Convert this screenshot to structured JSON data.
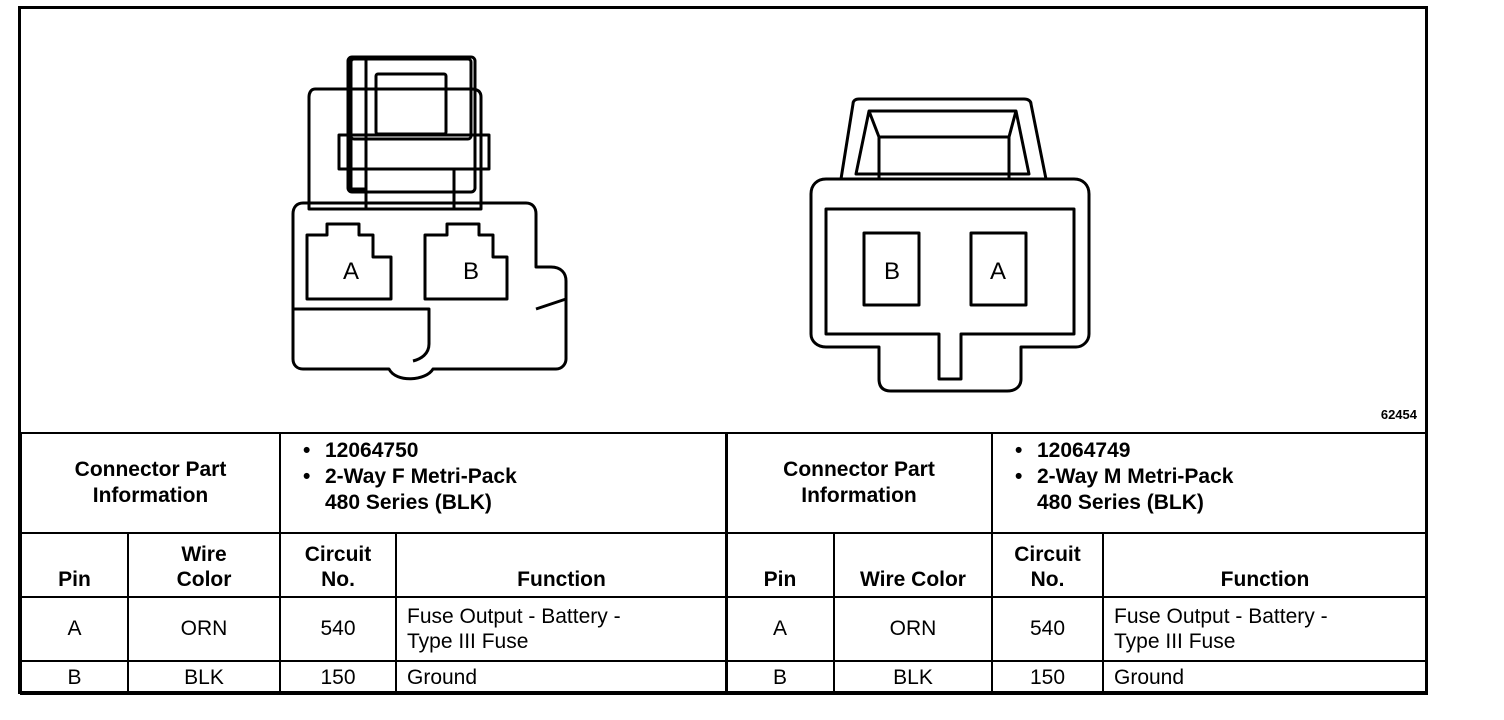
{
  "figure_id": "62454",
  "connectors": [
    {
      "side": "female",
      "cavity_labels": [
        "A",
        "B"
      ],
      "part_info_label_line1": "Connector Part",
      "part_info_label_line2": "Information",
      "part_number": "12064750",
      "description_line1": "2-Way F Metri-Pack",
      "description_line2": "480 Series (BLK)",
      "columns": {
        "pin": "Pin",
        "wire_color_line1": "Wire",
        "wire_color_line2": "Color",
        "circuit_line1": "Circuit",
        "circuit_line2": "No.",
        "function": "Function"
      },
      "rows": [
        {
          "pin": "A",
          "wire_color": "ORN",
          "circuit": "540",
          "function_line1": "Fuse Output - Battery -",
          "function_line2": "Type III Fuse"
        },
        {
          "pin": "B",
          "wire_color": "BLK",
          "circuit": "150",
          "function_line1": "Ground",
          "function_line2": ""
        }
      ]
    },
    {
      "side": "male",
      "cavity_labels": [
        "B",
        "A"
      ],
      "part_info_label_line1": "Connector Part",
      "part_info_label_line2": "Information",
      "part_number": "12064749",
      "description_line1": "2-Way M Metri-Pack",
      "description_line2": "480 Series (BLK)",
      "columns": {
        "pin": "Pin",
        "wire_color": "Wire Color",
        "circuit_line1": "Circuit",
        "circuit_line2": "No.",
        "function": "Function"
      },
      "rows": [
        {
          "pin": "A",
          "wire_color": "ORN",
          "circuit": "540",
          "function_line1": "Fuse Output - Battery -",
          "function_line2": "Type III Fuse"
        },
        {
          "pin": "B",
          "wire_color": "BLK",
          "circuit": "150",
          "function_line1": "Ground",
          "function_line2": ""
        }
      ]
    }
  ]
}
